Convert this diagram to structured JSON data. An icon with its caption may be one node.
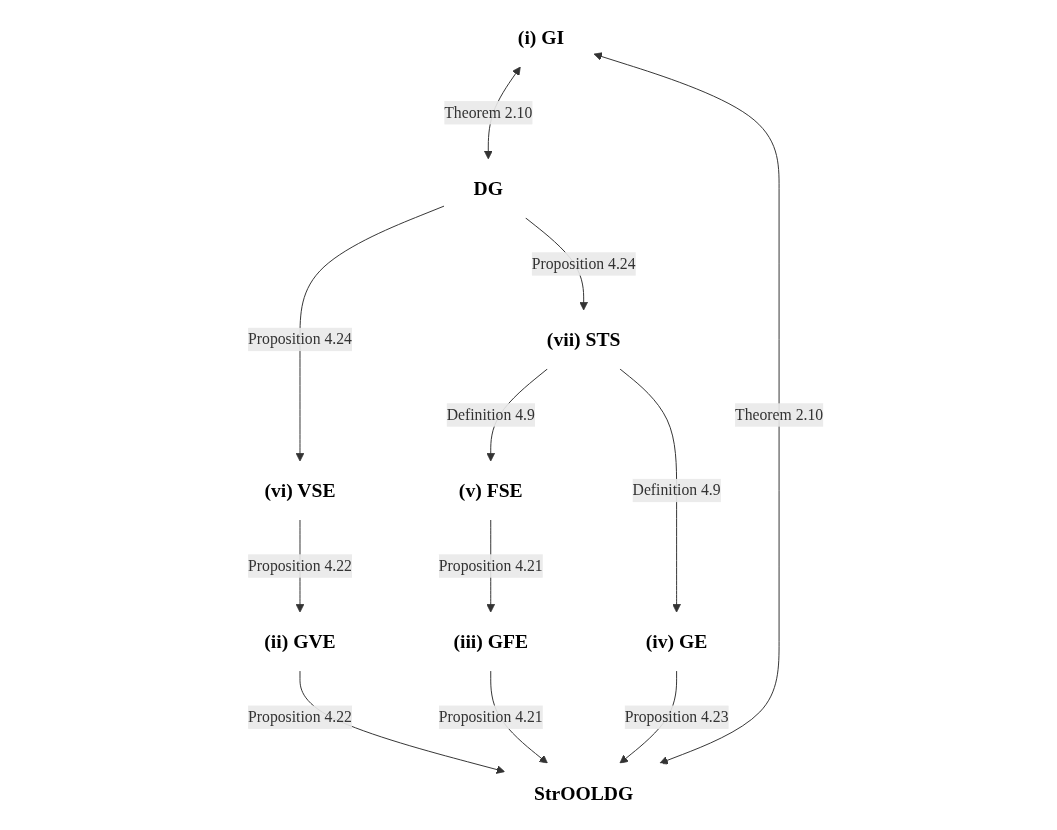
{
  "diagram": {
    "nodes": [
      {
        "text": [
          "(vi) VSE"
        ]
      },
      {
        "text": [
          "(v) FSE"
        ]
      },
      {
        "text": [
          "(vii) STS"
        ]
      },
      {
        "text": [
          "(ii) GVE"
        ]
      },
      {
        "text": [
          "(iii) GFE"
        ]
      },
      {
        "text": [
          "(iv) GE"
        ]
      },
      {
        "text": [
          "(i) GI"
        ]
      },
      {
        "text": [
          "StrOOLDG"
        ]
      },
      {
        "text": [
          "DG"
        ]
      }
    ],
    "edges": [
      {
        "from": 2,
        "to": 1,
        "arrow": "to",
        "label": "Definition 4.9"
      },
      {
        "from": 0,
        "to": 3,
        "arrow": "to",
        "label": "Proposition 4.22"
      },
      {
        "from": 1,
        "to": 4,
        "arrow": "to",
        "label": "Proposition 4.21"
      },
      {
        "from": 2,
        "to": 5,
        "arrow": "to",
        "label": "Definition 4.9"
      },
      {
        "from": 3,
        "to": 7,
        "arrow": "to",
        "label": "Proposition 4.22"
      },
      {
        "from": 4,
        "to": 7,
        "arrow": "to",
        "label": "Proposition 4.21"
      },
      {
        "from": 5,
        "to": 7,
        "arrow": "to",
        "label": "Proposition 4.23"
      },
      {
        "from": 6,
        "to": 7,
        "arrow": "both",
        "label": "Theorem 2.10"
      },
      {
        "from": 6,
        "to": 8,
        "arrow": "both",
        "label": "Theorem 2.10"
      },
      {
        "from": 8,
        "to": 0,
        "arrow": "to",
        "label": "Proposition 4.24"
      },
      {
        "from": 8,
        "to": 2,
        "arrow": "to",
        "label": "Proposition 4.24"
      }
    ]
  }
}
